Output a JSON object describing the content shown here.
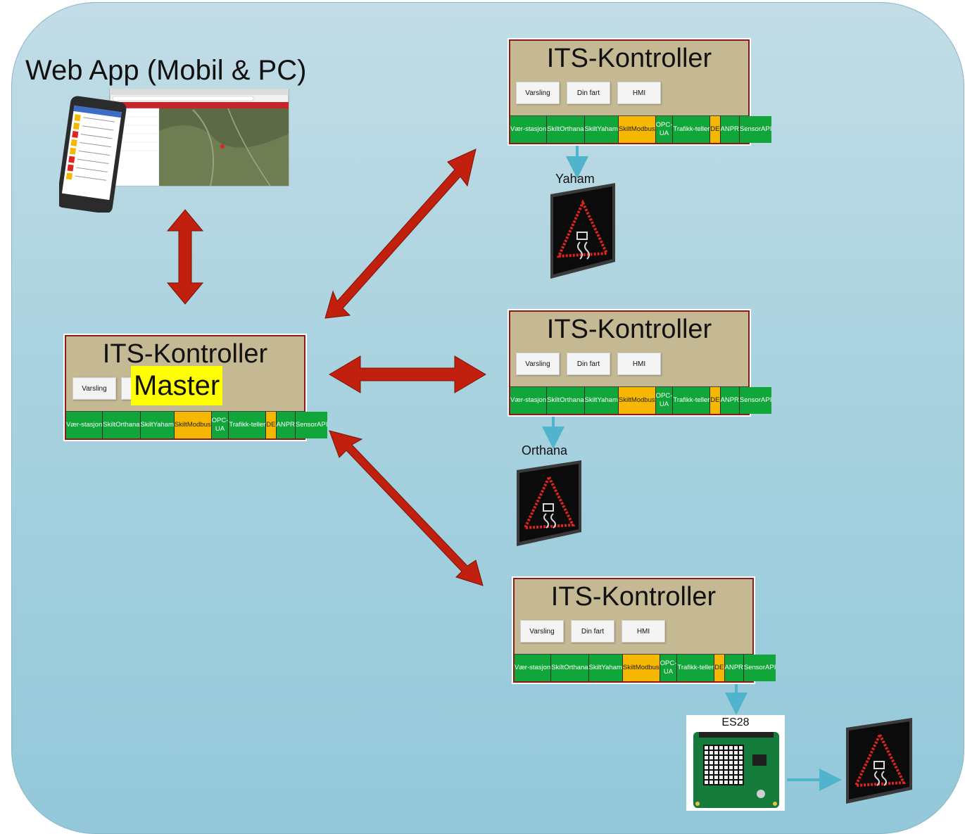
{
  "web_app": {
    "title": "Web App (Mobil & PC)"
  },
  "controllers": {
    "master": {
      "title": "ITS-Kontroller",
      "highlight": "Master",
      "buttons": [
        "Varsling"
      ]
    },
    "c1": {
      "title": "ITS-Kontroller",
      "buttons": [
        "Varsling",
        "Din fart",
        "HMI"
      ]
    },
    "c2": {
      "title": "ITS-Kontroller",
      "buttons": [
        "Varsling",
        "Din fart",
        "HMI"
      ]
    },
    "c3": {
      "title": "ITS-Kontroller",
      "buttons": [
        "Varsling",
        "Din fart",
        "HMI"
      ]
    }
  },
  "modules": [
    {
      "line1": "Vær-",
      "line2": "stasjon",
      "color": "green"
    },
    {
      "line1": "Skilt",
      "line2": "Orthana",
      "color": "green"
    },
    {
      "line1": "Skilt",
      "line2": "Yaham",
      "color": "green"
    },
    {
      "line1": "Skilt",
      "line2": "Modbus",
      "color": "yellow"
    },
    {
      "line1": "OPC-UA",
      "line2": "",
      "color": "green"
    },
    {
      "line1": "Trafikk-",
      "line2": "teller",
      "color": "green"
    },
    {
      "line1": "DE",
      "line2": "",
      "color": "yellow"
    },
    {
      "line1": "ANPR",
      "line2": "",
      "color": "green"
    },
    {
      "line1": "Sensor",
      "line2": "API",
      "color": "green"
    }
  ],
  "signs": {
    "yaham": "Yaham",
    "orthana": "Orthana",
    "es28": "ES28"
  },
  "colors": {
    "arrow": "#c0200d",
    "connector": "#4fb4cc",
    "module_green": "#11a63a",
    "module_yellow": "#f5b700",
    "controller_bg": "#c5b993",
    "highlight": "#ffff00"
  }
}
